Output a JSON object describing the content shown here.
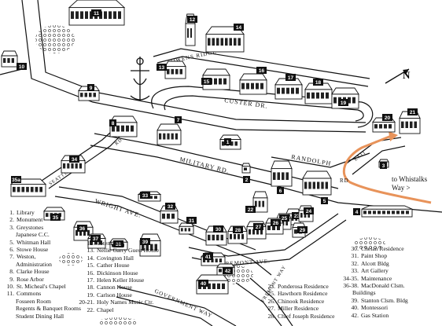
{
  "compass": "N",
  "streets": {
    "owens_ridge": "OWENS RIDGE",
    "custer": "CUSTER DR.",
    "randolph": "RANDOLPH",
    "military": "MILITARY RD.",
    "seattle": "SEATTLE ROAD",
    "wright": "WRIGHT AVE.",
    "fremont": "FREMONT AVE.",
    "fremont_way": "FREMONT WAY",
    "government": "GOVERNMENT WAY",
    "exit": "EXIT",
    "rd": "RD",
    "rd2": "RD"
  },
  "callout": "to Whistalks Way >",
  "buildings": [
    "1",
    "2",
    "3",
    "4",
    "5",
    "6",
    "7",
    "8",
    "9",
    "10",
    "11",
    "12",
    "13",
    "14",
    "15",
    "16",
    "17",
    "18",
    "19",
    "20",
    "21",
    "22",
    "23",
    "24",
    "25",
    "26",
    "27",
    "28",
    "29",
    "30",
    "31",
    "32",
    "33",
    "34",
    "35",
    "35a",
    "36",
    "37",
    "38",
    "39",
    "40",
    "41",
    "42"
  ],
  "legend": {
    "col1": [
      {
        "num": "1.",
        "text": "Library"
      },
      {
        "num": "2.",
        "text": "Monument"
      },
      {
        "num": "3.",
        "text": "Greystones"
      },
      {
        "num": "",
        "text": "Japanese C.C."
      },
      {
        "num": "5.",
        "text": "Whitman  Hall"
      },
      {
        "num": "6.",
        "text": "Stowe House"
      },
      {
        "num": "7.",
        "text": "Weston,"
      },
      {
        "num": "",
        "text": "Administration"
      },
      {
        "num": "8.",
        "text": "Clarke House"
      },
      {
        "num": "9.",
        "text": "Rose Arbor"
      },
      {
        "num": "10.",
        "text": "St. Micheal's Chapel"
      },
      {
        "num": "11.",
        "text": "Commons"
      },
      {
        "num": "",
        "text": "Fosseen Room"
      },
      {
        "num": "",
        "text": "Regents & Banquet Rooms"
      },
      {
        "num": "",
        "text": "Student Dining Hall"
      }
    ],
    "col2": [
      {
        "num": "12.",
        "text": "Totem Pole"
      },
      {
        "num": "13.",
        "text": "Nellie Garry Guest House"
      },
      {
        "num": "14.",
        "text": "Covington Hall"
      },
      {
        "num": "15.",
        "text": "Cather House"
      },
      {
        "num": "16.",
        "text": "Dickinson House"
      },
      {
        "num": "17.",
        "text": "Helen Keller House"
      },
      {
        "num": "18.",
        "text": "Cannon House"
      },
      {
        "num": "19.",
        "text": "Carlson House"
      },
      {
        "num": "20-21.",
        "text": "Holy Names Music Ctr."
      },
      {
        "num": "22.",
        "text": "Chapel"
      }
    ],
    "col3": [
      {
        "num": "23.",
        "text": "Ponderosa Residence"
      },
      {
        "num": "25.",
        "text": "Hawthorn Residence"
      },
      {
        "num": "26.",
        "text": "Chinook Residence"
      },
      {
        "num": "27.",
        "text": "Miller Residence"
      },
      {
        "num": "28.",
        "text": "Chief Joseph Residence"
      }
    ],
    "col4": [
      {
        "num": "30.",
        "text": "Chelan Residence"
      },
      {
        "num": "31.",
        "text": "Paint Shop"
      },
      {
        "num": "32.",
        "text": "Alcott Bldg"
      },
      {
        "num": "33.",
        "text": "Art Gallery"
      },
      {
        "num": "34-35.",
        "text": "Maintenance"
      },
      {
        "num": "36-38.",
        "text": "MacDonald Clsm."
      },
      {
        "num": "",
        "text": "Buildings"
      },
      {
        "num": "39.",
        "text": "Stanton Clsm. Bldg"
      },
      {
        "num": "40.",
        "text": "Montessori"
      },
      {
        "num": "42.",
        "text": "Gas Station"
      }
    ]
  }
}
